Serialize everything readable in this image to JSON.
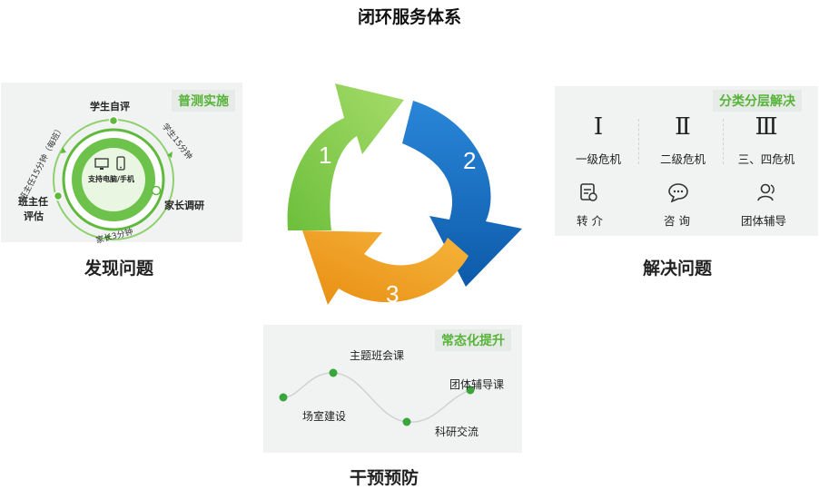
{
  "title": "闭环服务体系",
  "colors": {
    "green": "#58b33a",
    "blue": "#1d71c2",
    "orange": "#f0a020",
    "panel": "#f1f3f2"
  },
  "discover": {
    "caption": "发现问题",
    "tag": "普测实施",
    "center_label": "支持电脑/手机",
    "nodes": {
      "student": "学生自评",
      "parent": "家长调研",
      "teacher": "班主任",
      "teacher2": "评估"
    },
    "arcs": {
      "student_time": "学生15分钟",
      "parent_time": "家长3分钟",
      "teacher_time": "班主任15分钟（每班）"
    }
  },
  "solve": {
    "caption": "解决问题",
    "tag": "分类分层解决",
    "levels": [
      {
        "symbol": "Ⅰ",
        "label": "一级危机"
      },
      {
        "symbol": "Ⅱ",
        "label": "二级危机"
      },
      {
        "symbol": "Ⅲ",
        "label": "三、四危机"
      }
    ],
    "actions": [
      {
        "icon": "referral-doc-icon",
        "label": "转 介"
      },
      {
        "icon": "chat-bubble-icon",
        "label": "咨 询"
      },
      {
        "icon": "group-people-icon",
        "label": "团体辅导"
      }
    ]
  },
  "prevent": {
    "caption": "干预预防",
    "tag": "常态化提升",
    "points": [
      "场室建设",
      "主题班会课",
      "科研交流",
      "团体辅导课"
    ]
  },
  "cycle": {
    "steps": [
      "1",
      "2",
      "3"
    ]
  }
}
